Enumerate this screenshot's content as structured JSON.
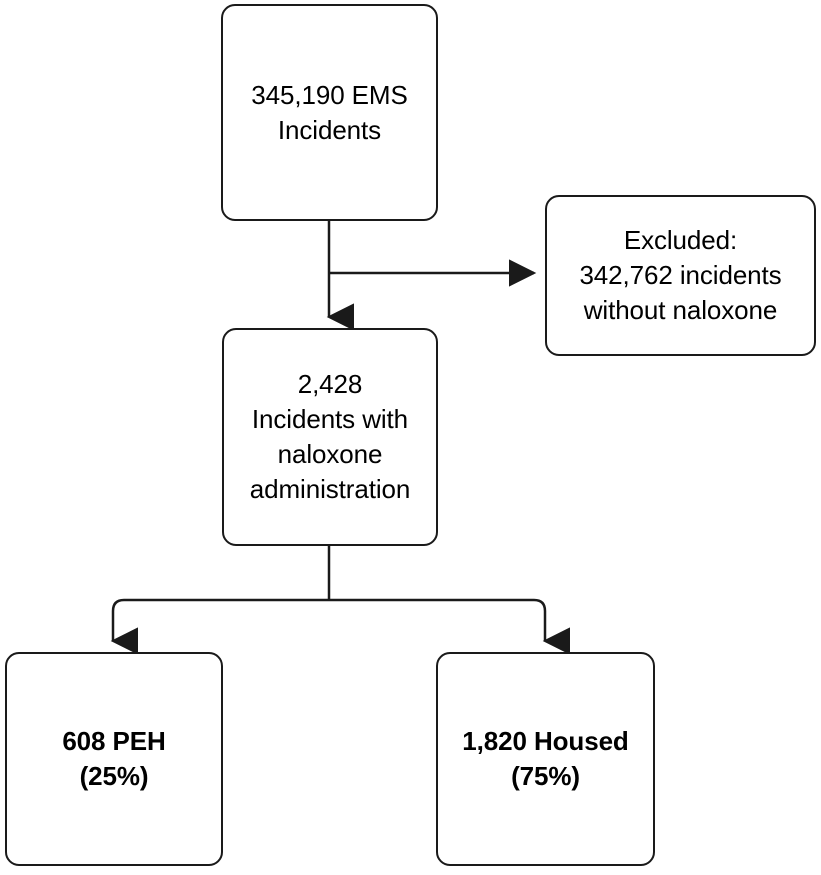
{
  "diagram": {
    "type": "flowchart",
    "title": "EMS naloxone incident selection flow diagram",
    "orientation": "top-down",
    "background_color": "#ffffff",
    "line_color": "#1a1a1a",
    "text_color": "#000000",
    "nodes": [
      {
        "id": "source",
        "label": "345,190 EMS\nIncidents",
        "value": 345190,
        "bold": false
      },
      {
        "id": "excluded",
        "label": "Excluded:\n342,762 incidents\nwithout naloxone",
        "value": 342762,
        "bold": false
      },
      {
        "id": "included",
        "label": "2,428\nIncidents with\nnaloxone\nadministration",
        "value": 2428,
        "bold": false
      },
      {
        "id": "peh",
        "label": "608 PEH\n(25%)",
        "value": 608,
        "percent": "25%",
        "bold": true
      },
      {
        "id": "housed",
        "label": "1,820 Housed\n(75%)",
        "value": 1820,
        "percent": "75%",
        "bold": true
      }
    ],
    "edges": [
      {
        "id": "source-to-excluded",
        "from": "source",
        "to": "excluded",
        "arrow": "right"
      },
      {
        "id": "source-to-included",
        "from": "source",
        "to": "included",
        "arrow": "down"
      },
      {
        "id": "included-to-peh",
        "from": "included",
        "to": "peh",
        "arrow": "down"
      },
      {
        "id": "included-to-housed",
        "from": "included",
        "to": "housed",
        "arrow": "down"
      }
    ]
  }
}
